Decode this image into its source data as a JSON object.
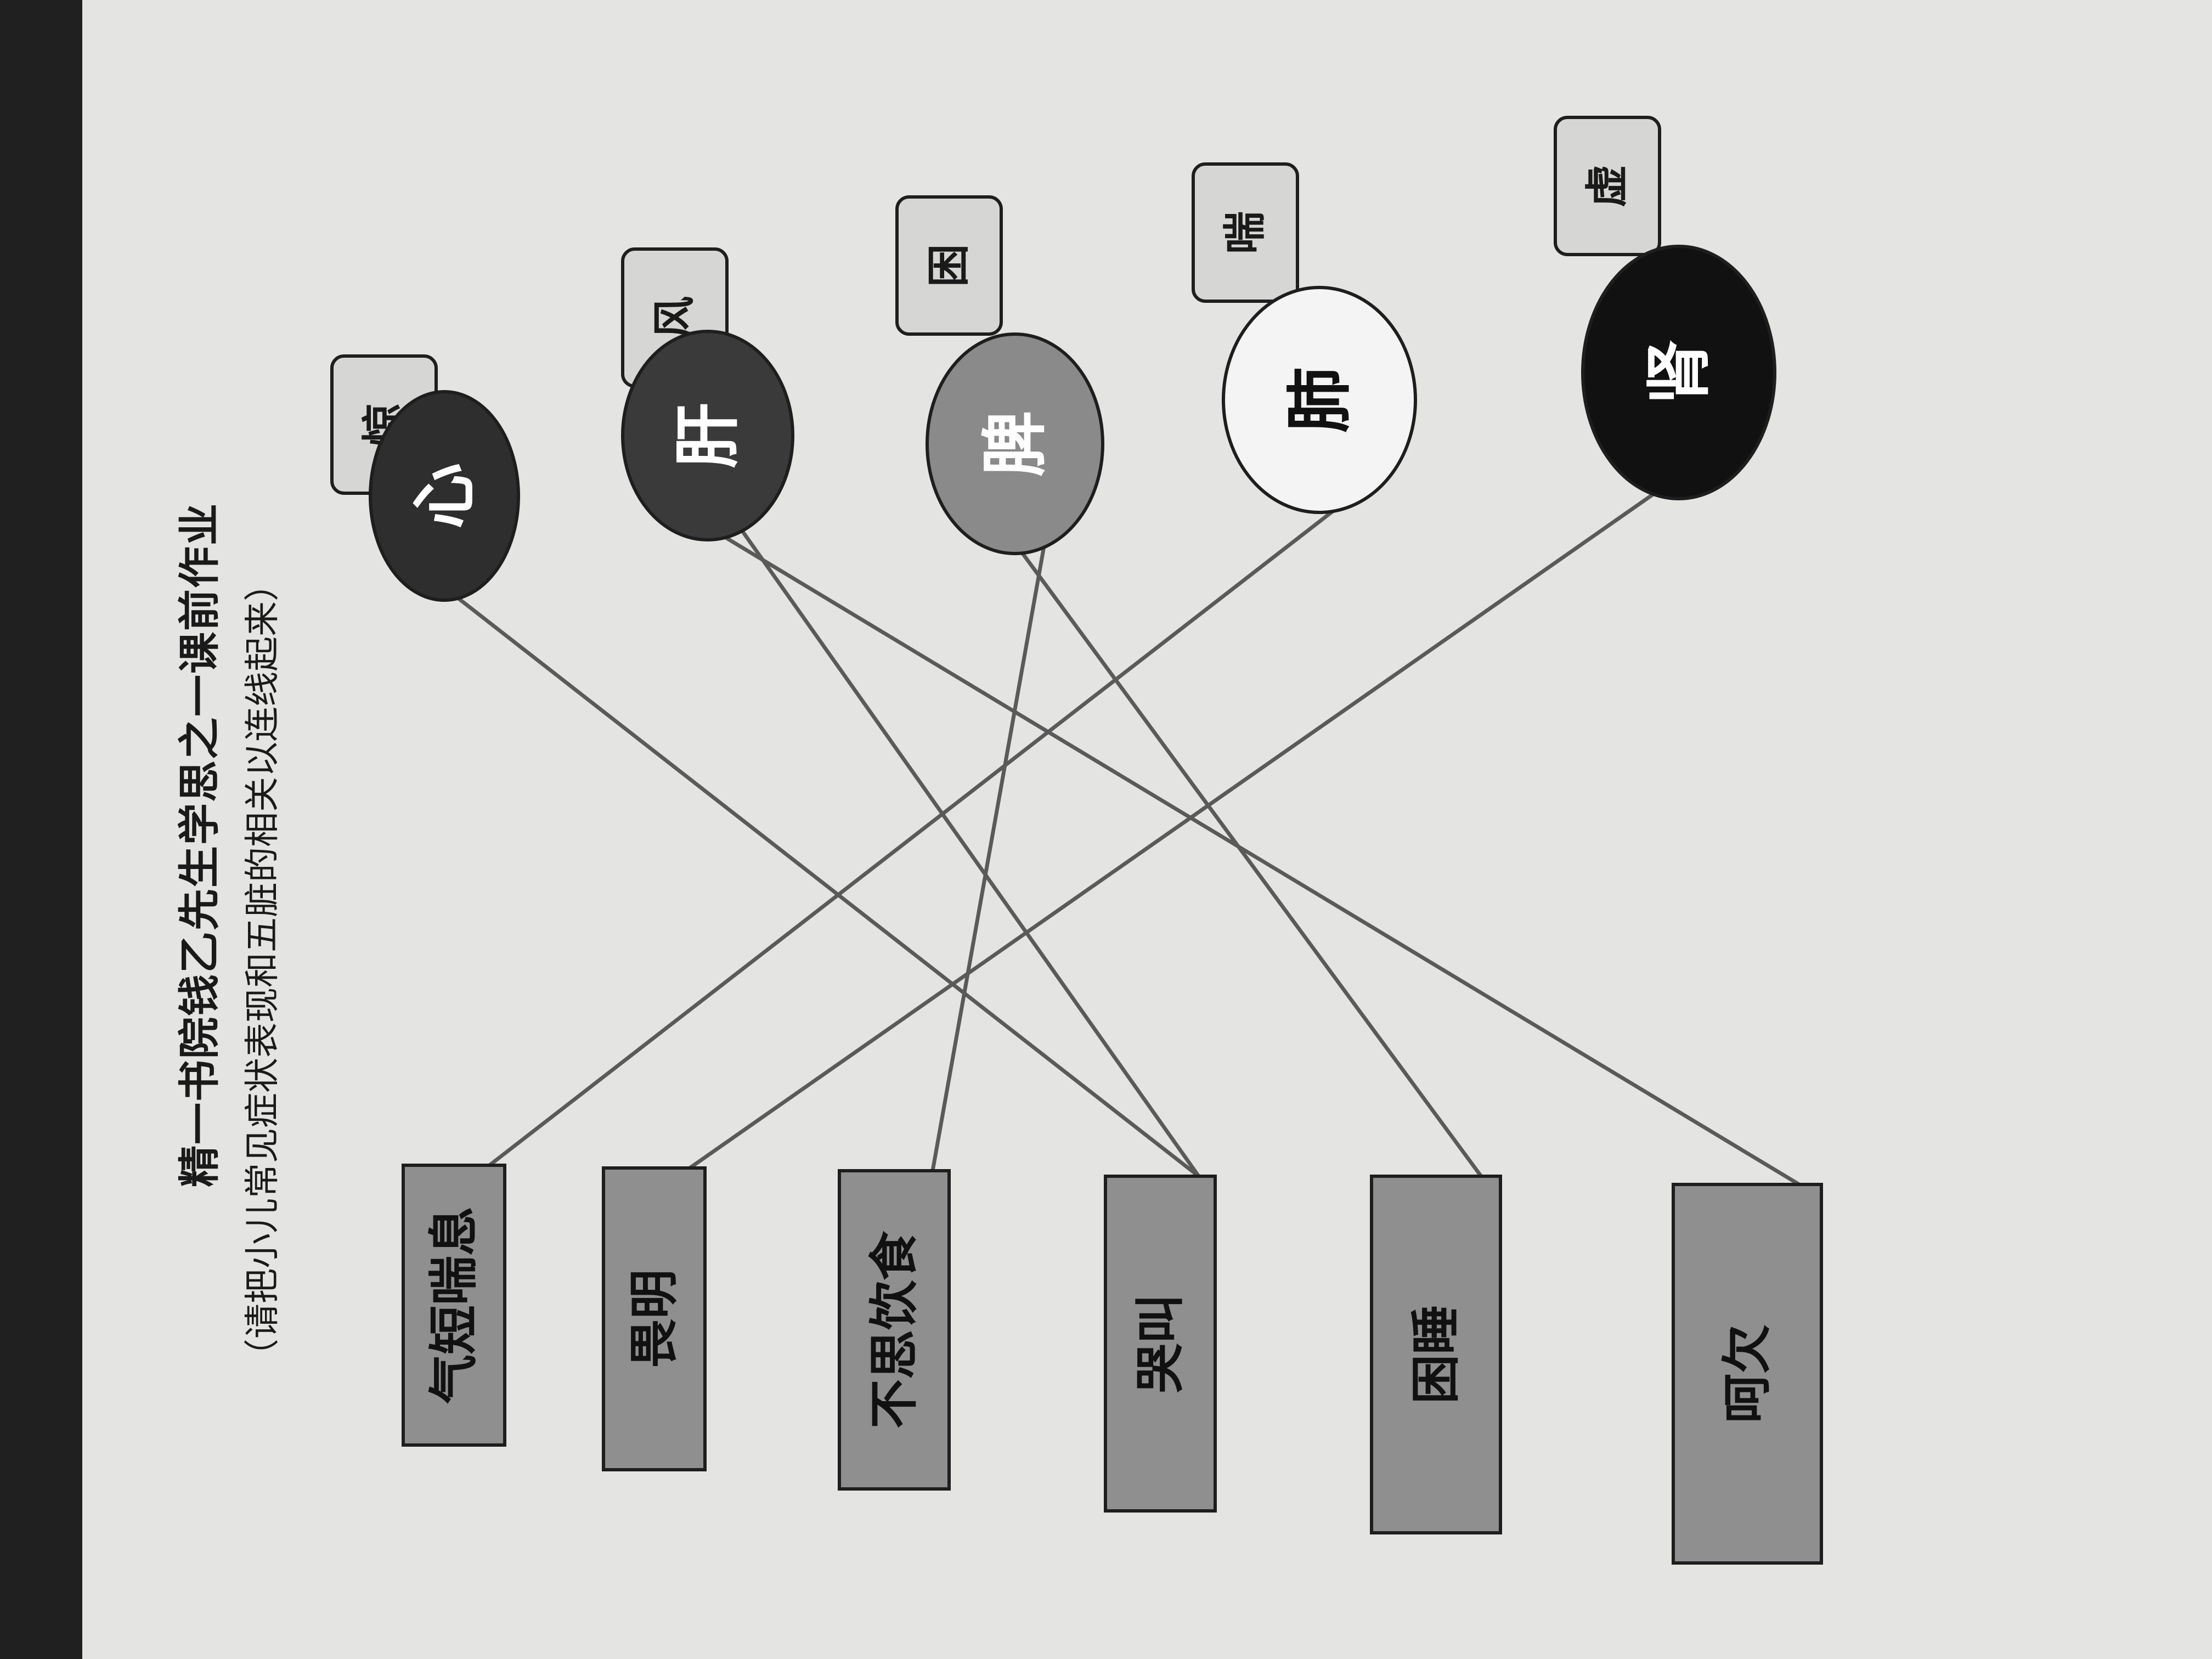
{
  "worksheet": {
    "title": "精一书院钱乙先生学思之一课前作业",
    "subtitle": "（请把小儿常见症状表现和五脏的相关以连线起来）"
  },
  "organs": [
    {
      "id": "heart",
      "label": "心",
      "emotion": "惊",
      "fill": "#2e2e2e",
      "text_color": "#ffffff"
    },
    {
      "id": "liver",
      "label": "肝",
      "emotion": "风",
      "fill": "#3a3a3a",
      "text_color": "#ffffff"
    },
    {
      "id": "spleen",
      "label": "脾",
      "emotion": "困",
      "fill": "#8a8a8a",
      "text_color": "#ffffff"
    },
    {
      "id": "lung",
      "label": "肺",
      "emotion": "喘",
      "fill": "#f4f4f4",
      "text_color": "#111111"
    },
    {
      "id": "kidney",
      "label": "肾",
      "emotion": "虚",
      "fill": "#111111",
      "text_color": "#ffffff"
    }
  ],
  "symptoms": [
    {
      "id": "shortness-of-breath",
      "label": "气短喘息"
    },
    {
      "id": "photophobia",
      "label": "畏明"
    },
    {
      "id": "poor-appetite",
      "label": "不思饮食"
    },
    {
      "id": "crying",
      "label": "哭叫"
    },
    {
      "id": "drowsiness",
      "label": "困睡"
    },
    {
      "id": "yawning",
      "label": "呵欠"
    }
  ],
  "connections": [
    {
      "organ": "heart",
      "symptom": "crying"
    },
    {
      "organ": "liver",
      "symptom": "crying"
    },
    {
      "organ": "liver",
      "symptom": "yawning"
    },
    {
      "organ": "spleen",
      "symptom": "poor-appetite"
    },
    {
      "organ": "spleen",
      "symptom": "drowsiness"
    },
    {
      "organ": "lung",
      "symptom": "shortness-of-breath"
    },
    {
      "organ": "kidney",
      "symptom": "photophobia"
    }
  ],
  "colors": {
    "paper": "#e4e4e2",
    "emotion_box": "#d6d6d4",
    "symptom_box": "#8f8f8f",
    "line": "#5a5a5a",
    "outline": "#1e1e1e"
  }
}
